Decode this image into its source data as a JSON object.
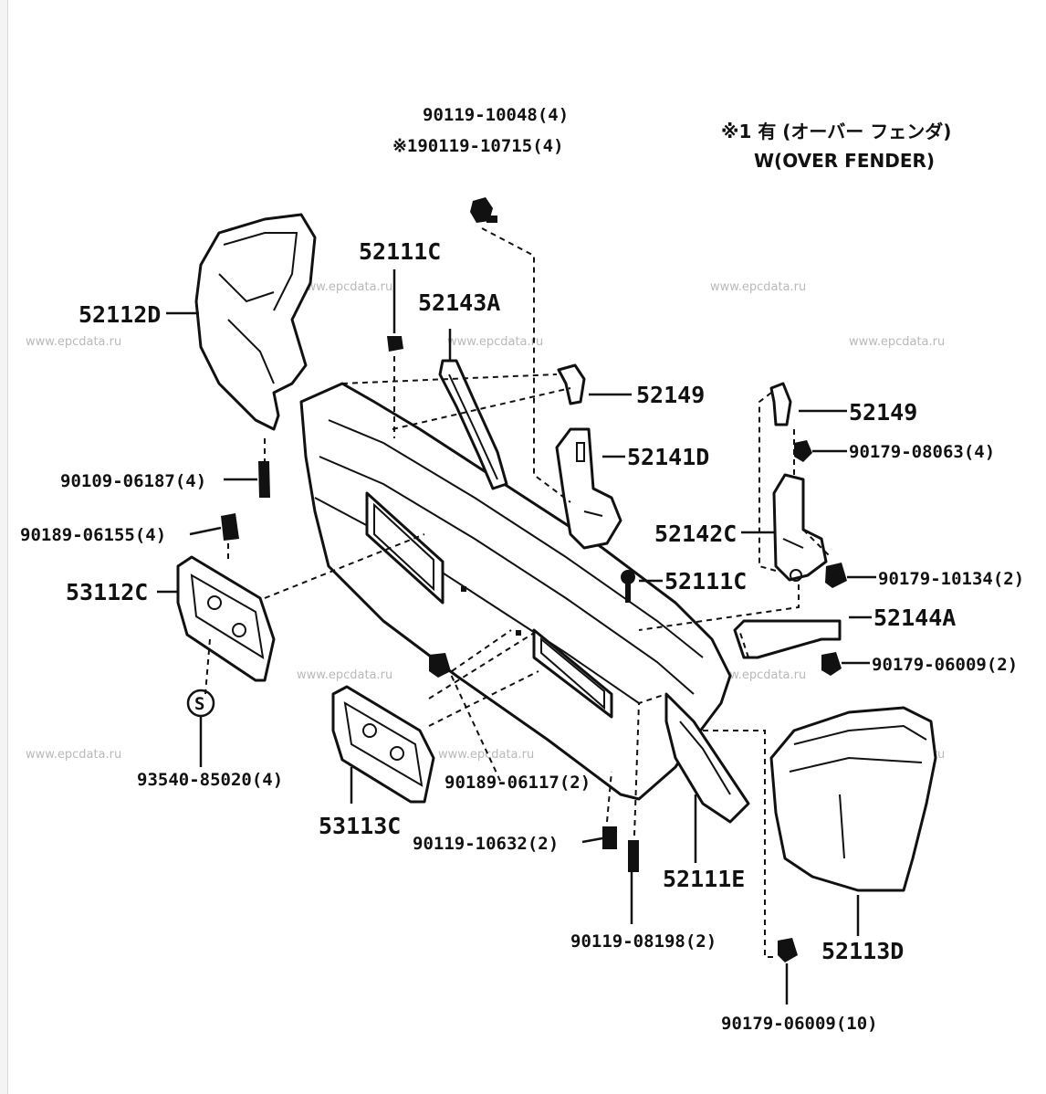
{
  "note": {
    "line1": "※1 有 (オーバー フェンダ)",
    "line2": "W(OVER FENDER)"
  },
  "watermark": "www.epcdata.ru",
  "labels": {
    "p90119_10048": "90119-10048(4)",
    "p90119_10715": "※190119-10715(4)",
    "p52111C_top": "52111C",
    "p52143A": "52143A",
    "p52112D": "52112D",
    "p52149_a": "52149",
    "p52141D": "52141D",
    "p52149_b": "52149",
    "p90179_08063": "90179-08063(4)",
    "p90109_06187": "90109-06187(4)",
    "p52142C": "52142C",
    "p90189_06155": "90189-06155(4)",
    "p90179_10134": "90179-10134(2)",
    "p53112C": "53112C",
    "p52111C_mid": "52111C",
    "p52144A": "52144A",
    "p90179_06009_2": "90179-06009(2)",
    "p93540_85020": "93540-85020(4)",
    "p90189_06117": "90189-06117(2)",
    "p53113C": "53113C",
    "p90119_10632": "90119-10632(2)",
    "p52111E": "52111E",
    "p90119_08198": "90119-08198(2)",
    "p52113D": "52113D",
    "p90179_06009_10": "90179-06009(10)",
    "s_symbol": "S"
  }
}
